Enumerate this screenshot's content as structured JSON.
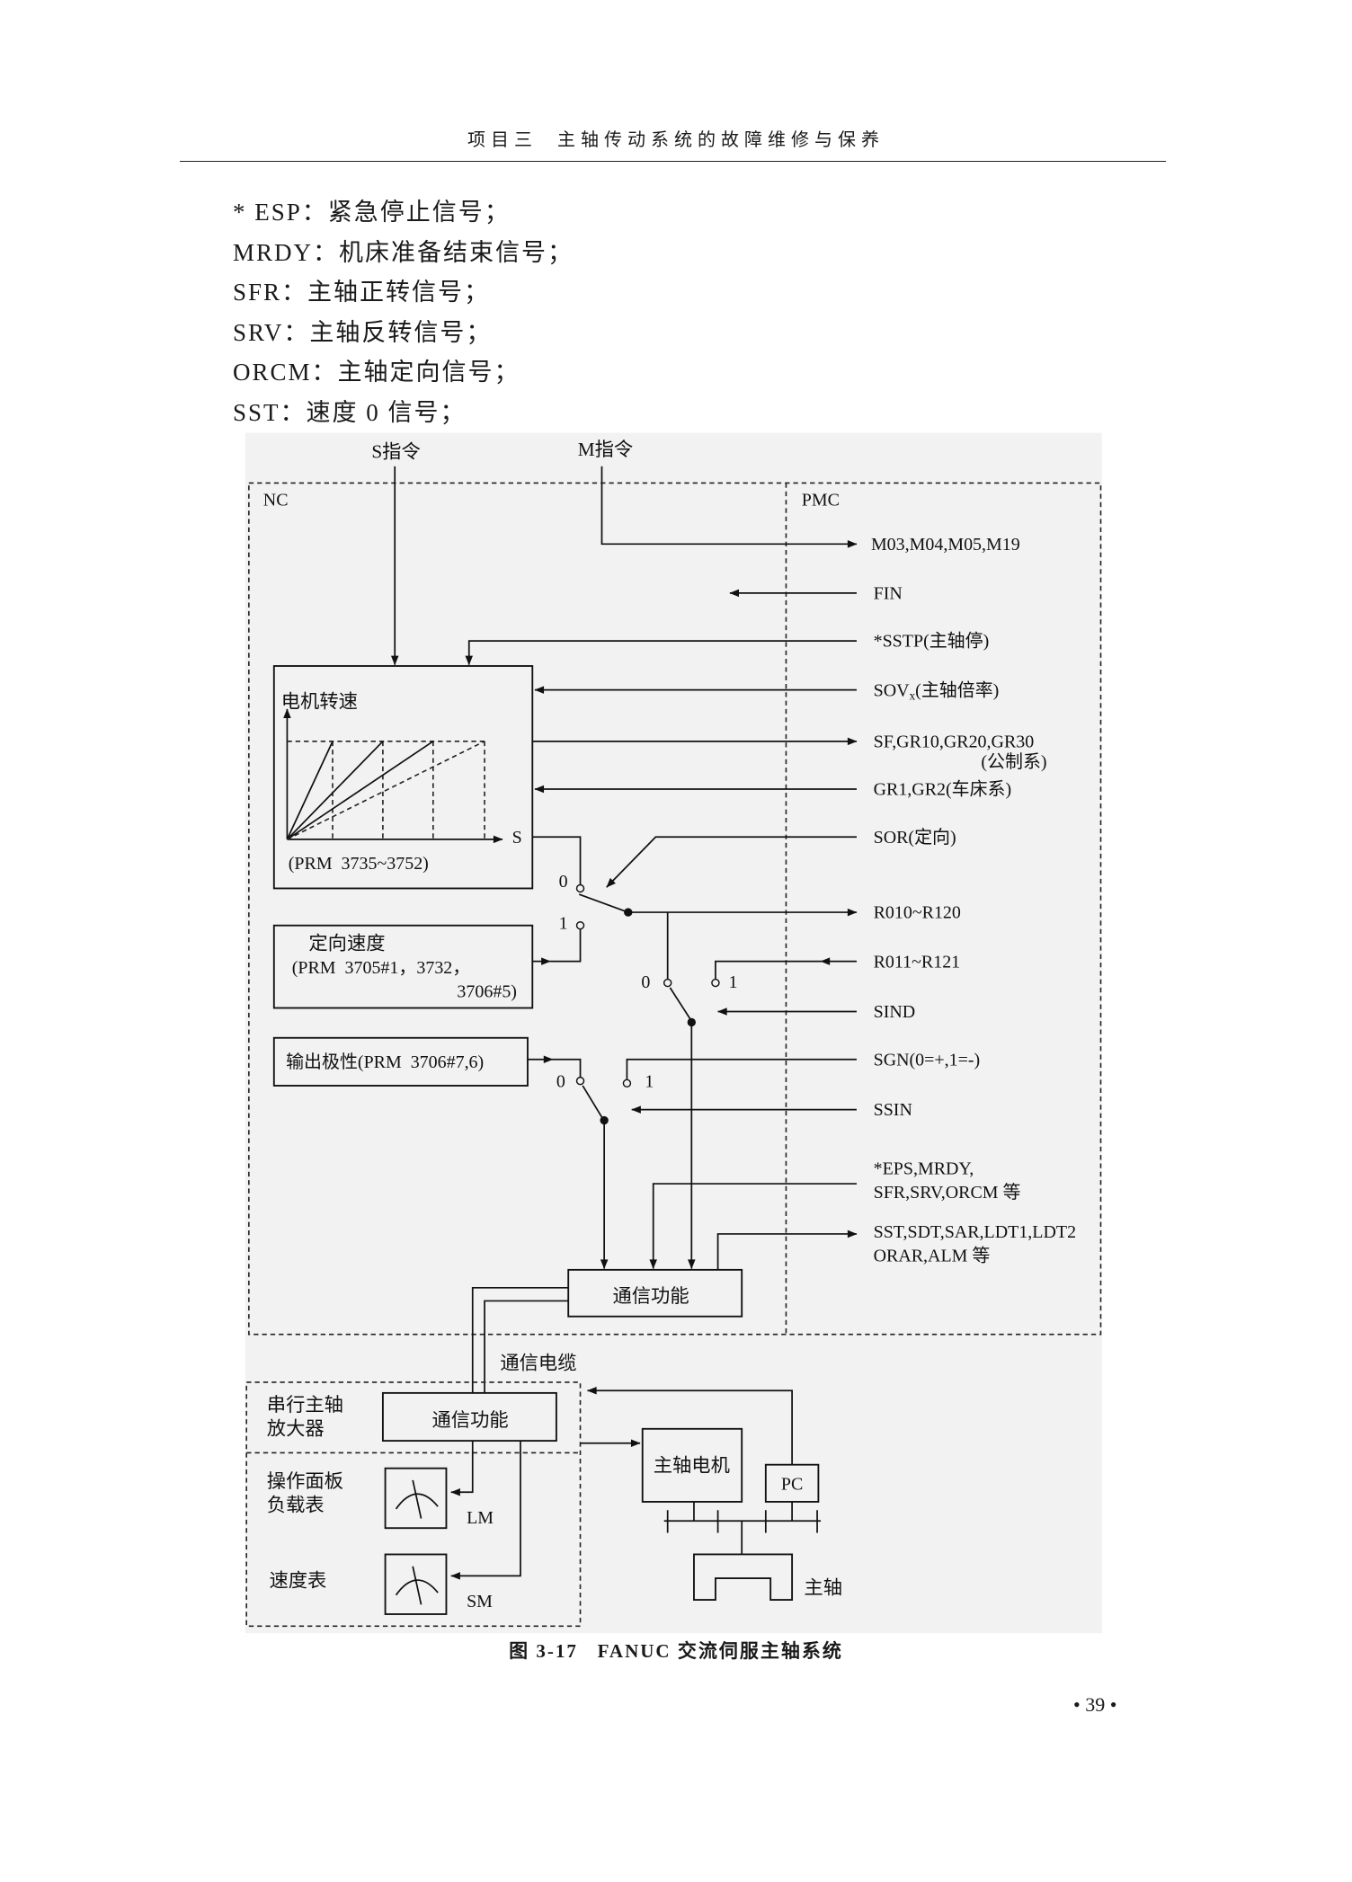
{
  "header": {
    "chapter": "项目三",
    "title": "主轴传动系统的故障维修与保养"
  },
  "definitions": [
    "* ESP：紧急停止信号；",
    "MRDY：机床准备结束信号；",
    "SFR：主轴正转信号；",
    "SRV：主轴反转信号；",
    "ORCM：主轴定向信号；",
    "SST：速度 0 信号；"
  ],
  "diagram": {
    "inputs": {
      "s_command": "S指令",
      "m_command": "M指令"
    },
    "regions": {
      "nc": "NC",
      "pmc": "PMC"
    },
    "pmc_signals": {
      "m_codes": "M03,M04,M05,M19",
      "fin": "FIN",
      "sstp": "*SSTP(主轴停)",
      "sov_main": "SOV",
      "sov_sub": "x",
      "sov_desc": "(主轴倍率)",
      "gear_out": "SF,GR10,GR20,GR30",
      "gear_out_note": "(公制系)",
      "gear_in": "GR1,GR2(车床系)",
      "sor": "SOR(定向)",
      "r010": "R010~R120",
      "r011": "R011~R121",
      "sind": "SIND",
      "sgn": "SGN(0=+,1=-)",
      "ssin": "SSIN",
      "status_in": [
        "*EPS,MRDY,",
        "SFR,SRV,ORCM 等"
      ],
      "status_out": [
        "SST,SDT,SAR,LDT1,LDT2",
        "ORAR,ALM 等"
      ]
    },
    "speed_graph": {
      "y_label": "电机转速",
      "x_label": "S",
      "params": "(PRM  3735~3752)"
    },
    "orient_speed": {
      "title": "定向速度",
      "params_line1": "(PRM  3705#1，3732，",
      "params_line2": "3706#5)"
    },
    "output_polarity": "输出极性(PRM  3706#7,6)",
    "switch_contacts": {
      "off": "0",
      "on": "1"
    },
    "nc_comm": "通信功能",
    "cable": "通信电缆",
    "amplifier": {
      "label_line1": "串行主轴",
      "label_line2": "放大器",
      "comm": "通信功能"
    },
    "panel": {
      "load_label_line1": "操作面板",
      "load_label_line2": "负载表",
      "load_meter": "LM",
      "speed_label": "速度表",
      "speed_meter": "SM"
    },
    "motor": "主轴电机",
    "pc": "PC",
    "spindle": "主轴"
  },
  "caption": "图 3-17   FANUC 交流伺服主轴系统",
  "page_number": "• 39 •"
}
